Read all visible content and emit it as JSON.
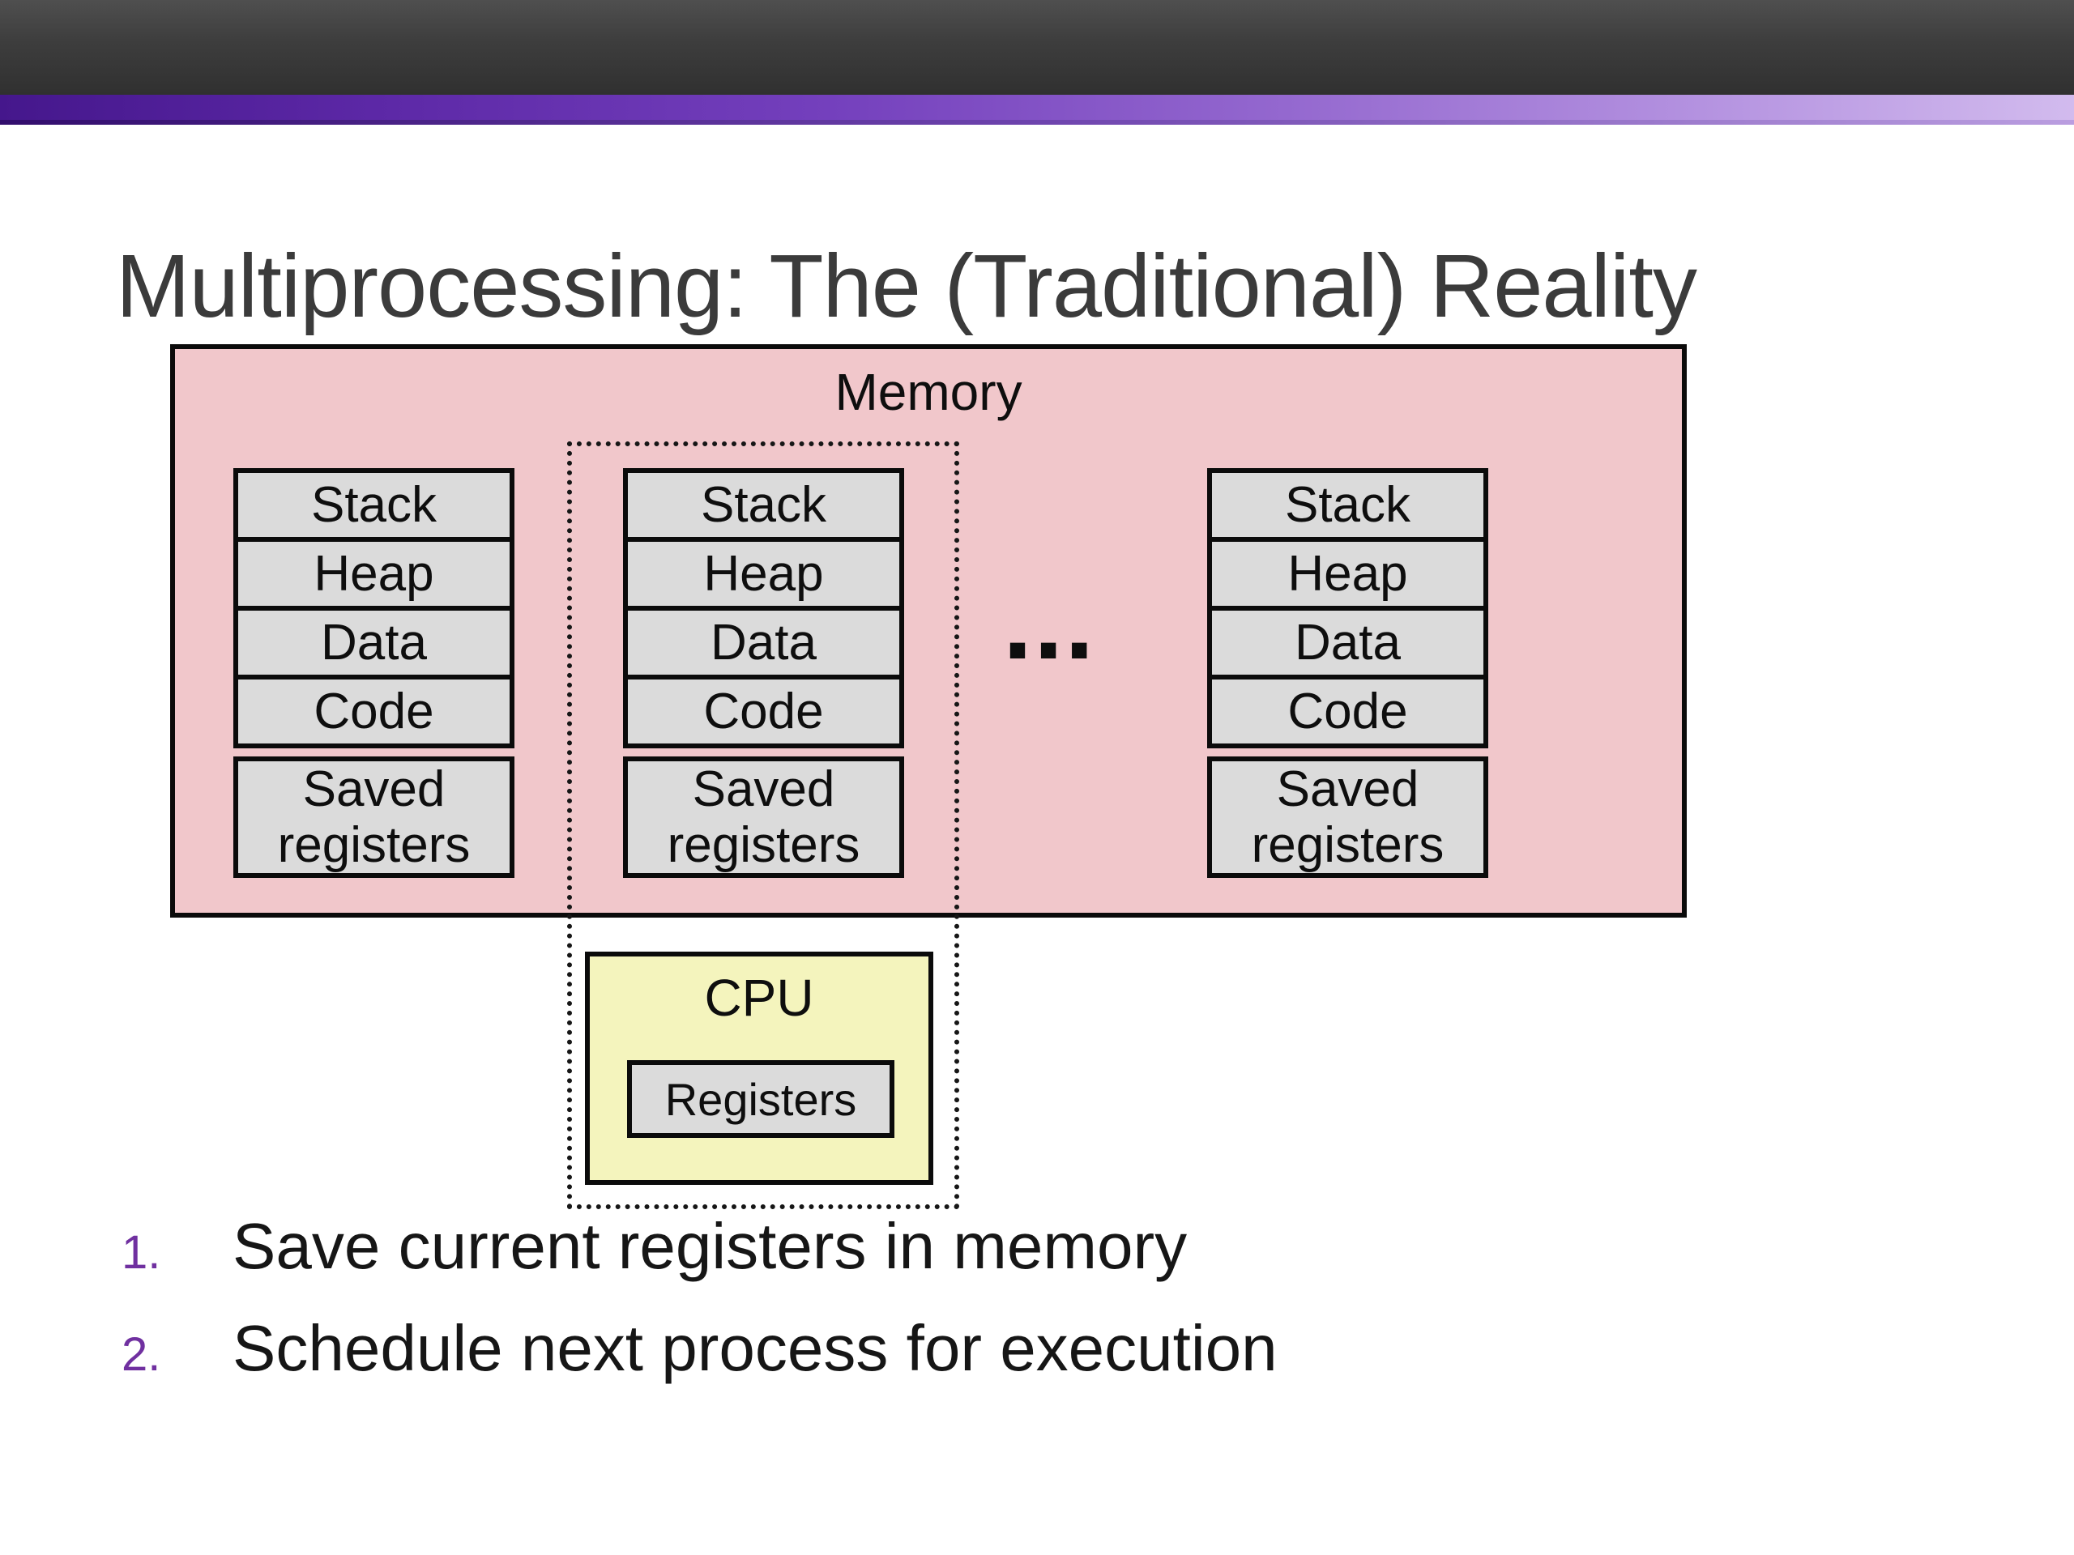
{
  "slide": {
    "title": "Multiprocessing: The (Traditional) Reality",
    "memory_label": "Memory",
    "ellipsis": "...",
    "processes": [
      {
        "segments": [
          "Stack",
          "Heap",
          "Data",
          "Code"
        ],
        "saved": "Saved registers"
      },
      {
        "segments": [
          "Stack",
          "Heap",
          "Data",
          "Code"
        ],
        "saved": "Saved registers"
      },
      {
        "segments": [
          "Stack",
          "Heap",
          "Data",
          "Code"
        ],
        "saved": "Saved registers"
      }
    ],
    "cpu": {
      "label": "CPU",
      "registers_label": "Registers"
    },
    "steps": [
      {
        "number": "1.",
        "text": "Save current registers in memory"
      },
      {
        "number": "2.",
        "text": "Schedule next process for execution"
      }
    ],
    "colors": {
      "header_band": "#3d3d3d",
      "accent_bar_left": "#45178c",
      "accent_bar_right": "#d2bbee",
      "title_text": "#3b3b3b",
      "memory_fill": "#f1c7cb",
      "segment_fill": "#dbdbdb",
      "cpu_fill": "#f4f4bd",
      "step_number": "#7030a0",
      "border": "#0b0b0b"
    }
  }
}
